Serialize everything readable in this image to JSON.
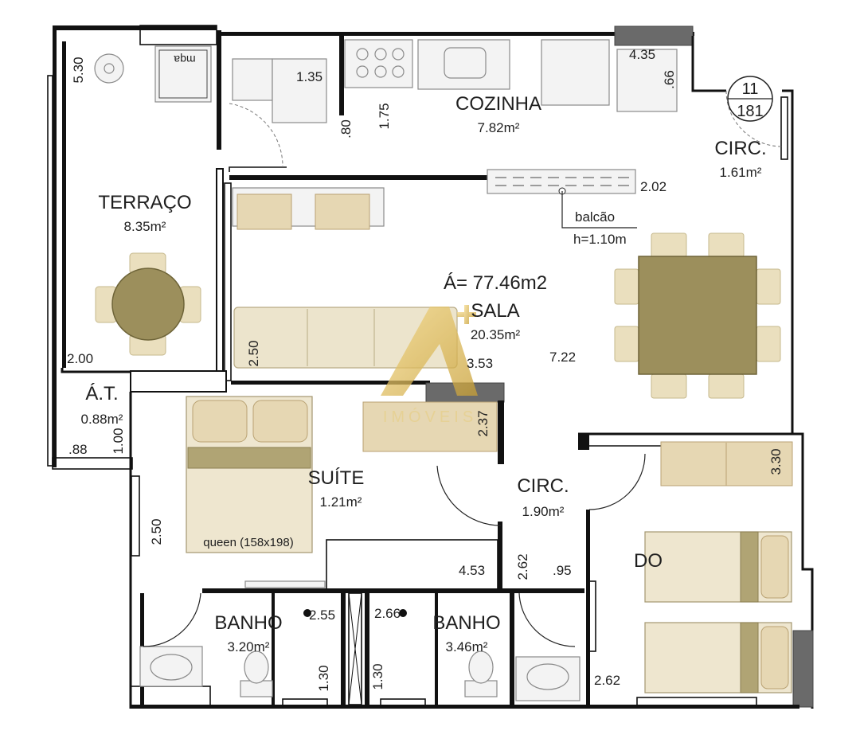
{
  "plan": {
    "unit_label": {
      "floor": "11",
      "unit": "181"
    },
    "total_area": "Á= 77.46m2",
    "watermark": "IMÓVEIS",
    "rooms": {
      "cozinha": {
        "name": "COZINHA",
        "area": "7.82m²"
      },
      "circ_top": {
        "name": "CIRC.",
        "area": "1.61m²"
      },
      "terraco": {
        "name": "TERRAÇO",
        "area": "8.35m²"
      },
      "sala": {
        "name": "SALA",
        "area": "20.35m²"
      },
      "at": {
        "name": "Á.T.",
        "area": "0.88m²"
      },
      "suite": {
        "name": "SUÍTE",
        "area": "1.21m²"
      },
      "circ_mid": {
        "name": "CIRC.",
        "area": "1.90m²"
      },
      "banho1": {
        "name": "BANHO",
        "area": "3.20m²"
      },
      "banho2": {
        "name": "BANHO",
        "area": "3.46m²"
      },
      "dorm": {
        "name": "DO"
      }
    },
    "notes": {
      "balcao": "balcão",
      "balcao_h": "h=1.10m",
      "bed": "queen (158x198)",
      "mqa": "mqa"
    },
    "dims": {
      "d530": "5.30",
      "d135": "1.35",
      "d175": "1.75",
      "d080": ".80",
      "d435": "4.35",
      "d066": ".66",
      "d202": "2.02",
      "d200": "2.00",
      "d250a": "2.50",
      "d353": "3.53",
      "d722": "7.22",
      "d237": "2.37",
      "d100": "1.00",
      "d088": ".88",
      "d330": "3.30",
      "d250b": "2.50",
      "d453": "4.53",
      "d262a": "2.62",
      "d095": ".95",
      "d255": "2.55",
      "d266": "2.66",
      "d130a": "1.30",
      "d130b": "1.30",
      "d262b": "2.62"
    }
  }
}
